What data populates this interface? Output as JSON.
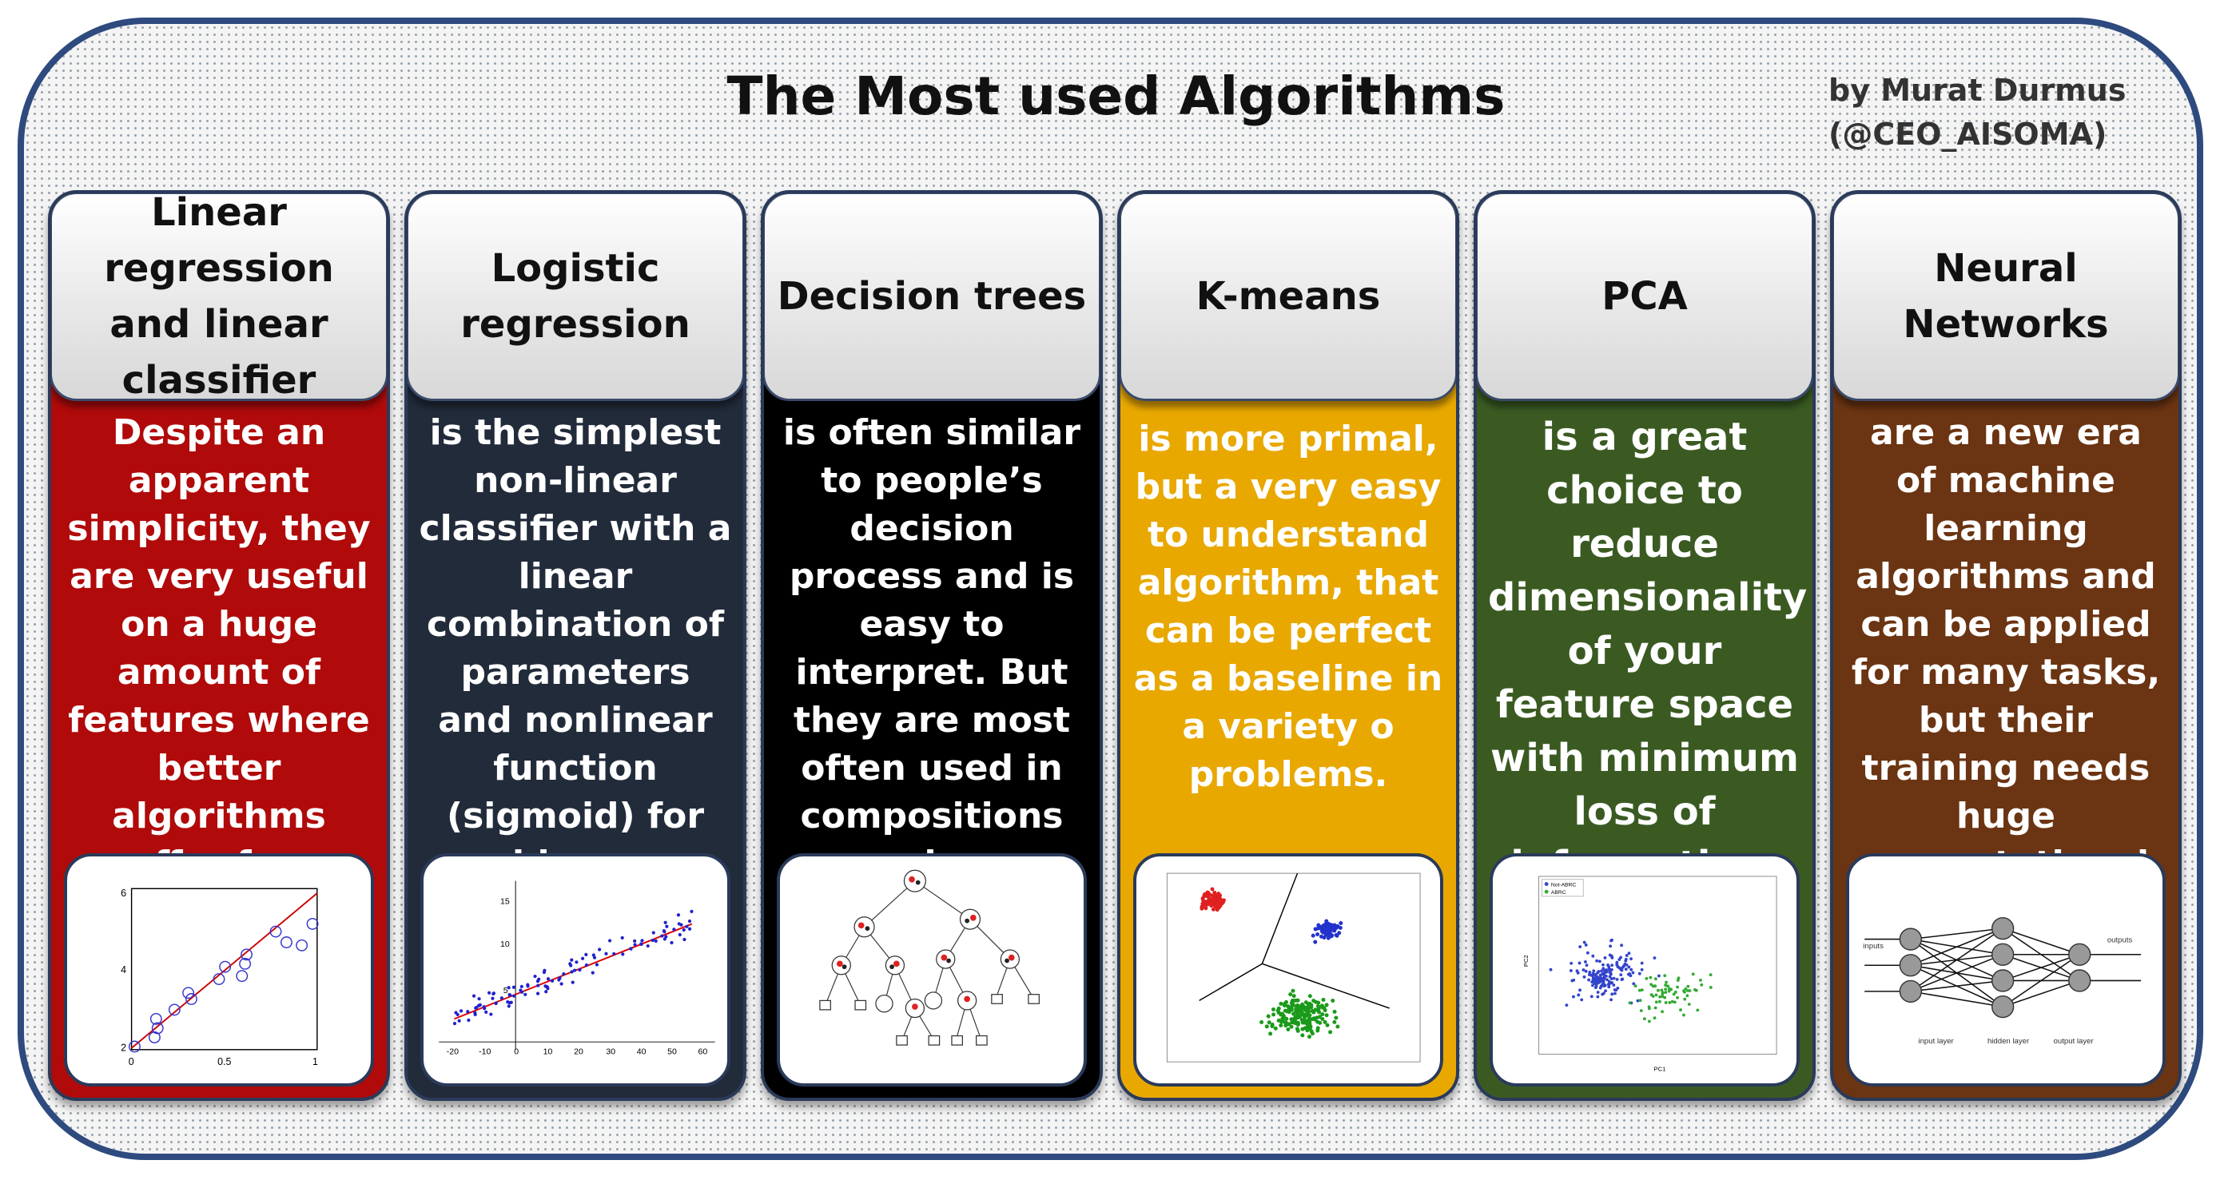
{
  "title": "The Most used Algorithms",
  "author": {
    "line1": "by Murat Durmus",
    "line2": "(@CEO_AISOMA)"
  },
  "colors": {
    "frame": "#2e4a7e",
    "linear": "#b00a0a",
    "logistic": "#222b3a",
    "decision": "#000000",
    "kmeans": "#e8a800",
    "pca": "#3a5a22",
    "neural": "#6b3412"
  },
  "columns": [
    {
      "title": "Linear regression and linear classifier",
      "desc": "Despite an apparent simplicity, they are very useful on a huge amount of features where better algorithms suffer from overfitting."
    },
    {
      "title": "Logistic regression",
      "desc": "is the simplest non-linear classifier with a linear combination of parameters and nonlinear function (sigmoid) for binary classification."
    },
    {
      "title": "Decision trees",
      "desc": "is often similar to people’s decision process and is easy to interpret. But they are most often used in compositions such as Random forest or Gradient"
    },
    {
      "title": "K-means",
      "desc": "is more primal, but a very easy to understand algorithm, that can be perfect as a baseline in a variety o problems."
    },
    {
      "title": "PCA",
      "desc": "is a great choice to reduce dimensionality of your feature space with minimum loss of information."
    },
    {
      "title": "Neural Networks",
      "desc": "are a new era of machine learning algorithms and can be applied for many tasks, but their training needs huge computational complexity."
    }
  ],
  "thumbs": {
    "linear": {
      "yticks": [
        "2",
        "4",
        "6"
      ],
      "xticks": [
        "0",
        "0.5",
        "1"
      ]
    },
    "logistic": {
      "yticks": [
        "5",
        "10",
        "15"
      ],
      "xticks": [
        "-20",
        "-10",
        "0",
        "10",
        "20",
        "30",
        "40",
        "50",
        "60"
      ]
    },
    "pca": {
      "legend": [
        "Not-ABRC",
        "ABRC"
      ],
      "ylabel": "PC2",
      "xlabel": "PC1"
    },
    "neural": {
      "inputs": "inputs",
      "outputs": "outputs",
      "input_layer": "input layer",
      "hidden_layer": "hidden layer",
      "output_layer": "output layer"
    }
  }
}
